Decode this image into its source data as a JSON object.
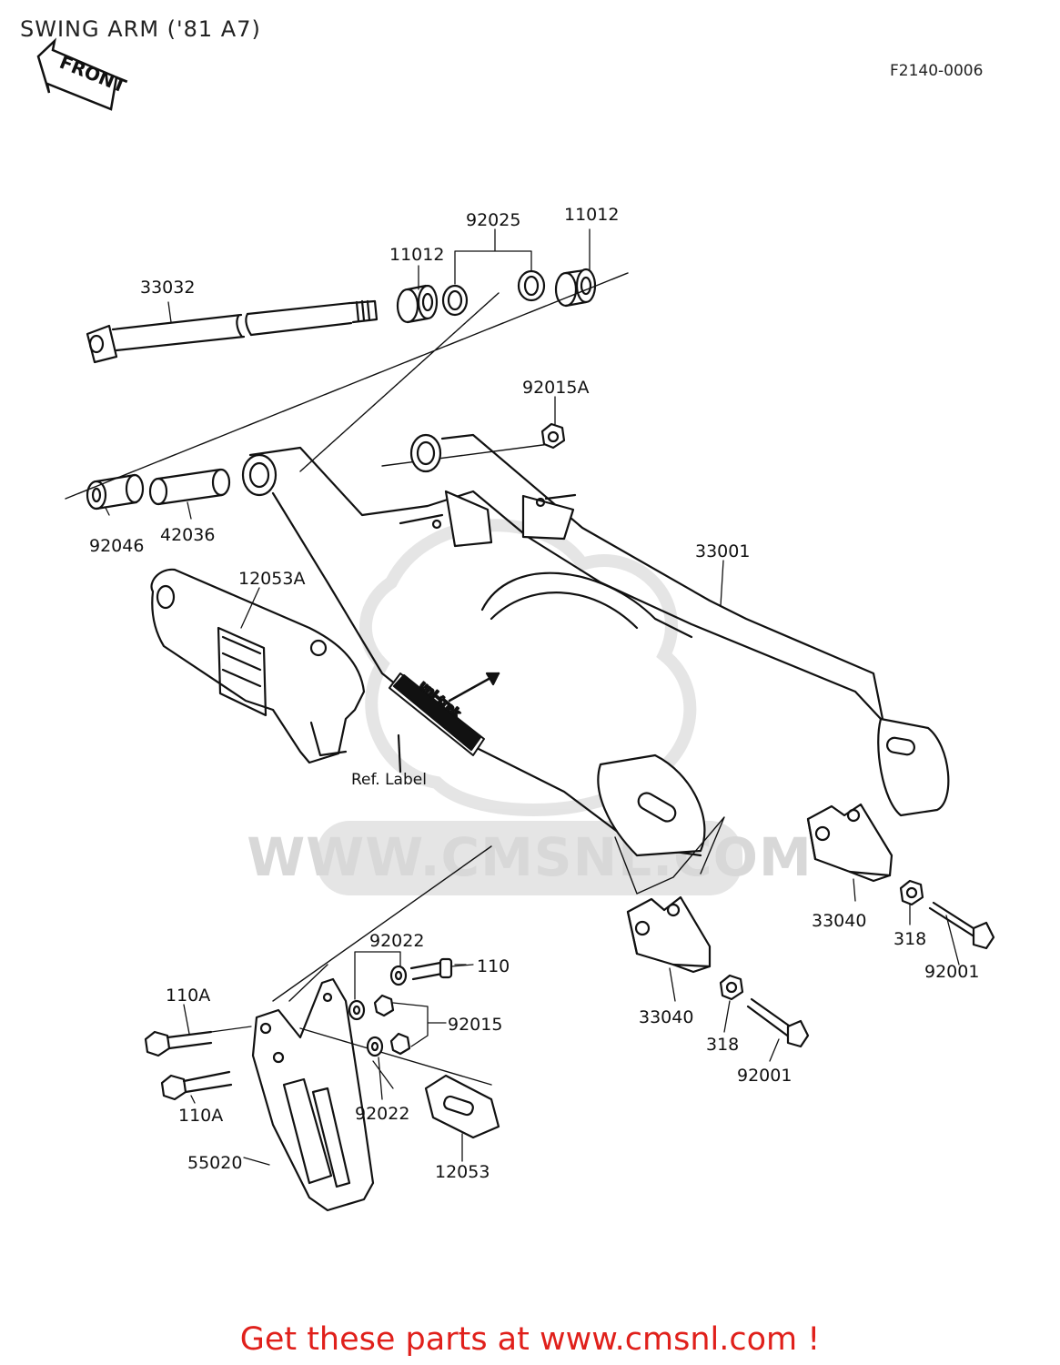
{
  "diagram": {
    "title": "SWING ARM ('81 A7)",
    "figure_code": "F2140-0006",
    "front_tag": "FRONT",
    "ref_label": "Ref.  Label",
    "label_tag_text": "uni-trak",
    "watermark_text": "WWW.CMSNL.COM",
    "part_labels": [
      {
        "id": "33032",
        "text": "33032"
      },
      {
        "id": "11012-left",
        "text": "11012"
      },
      {
        "id": "92025",
        "text": "92025"
      },
      {
        "id": "11012-right",
        "text": "11012"
      },
      {
        "id": "92015A",
        "text": "92015A"
      },
      {
        "id": "92046",
        "text": "92046"
      },
      {
        "id": "42036",
        "text": "42036"
      },
      {
        "id": "12053A",
        "text": "12053A"
      },
      {
        "id": "33001",
        "text": "33001"
      },
      {
        "id": "33040-right",
        "text": "33040"
      },
      {
        "id": "318-right",
        "text": "318"
      },
      {
        "id": "92001-right",
        "text": "92001"
      },
      {
        "id": "92022-top",
        "text": "92022"
      },
      {
        "id": "110",
        "text": "110"
      },
      {
        "id": "110A-top",
        "text": "110A"
      },
      {
        "id": "92015",
        "text": "92015"
      },
      {
        "id": "33040-left",
        "text": "33040"
      },
      {
        "id": "318-left",
        "text": "318"
      },
      {
        "id": "92001-left",
        "text": "92001"
      },
      {
        "id": "110A-bottom",
        "text": "110A"
      },
      {
        "id": "92022-bottom",
        "text": "92022"
      },
      {
        "id": "55020",
        "text": "55020"
      },
      {
        "id": "12053",
        "text": "12053"
      }
    ]
  },
  "footer": {
    "cta": "Get these parts at www.cmsnl.com !"
  },
  "colors": {
    "line": "#111111",
    "cta": "#e0201b",
    "watermark": "#d4d4d4"
  }
}
